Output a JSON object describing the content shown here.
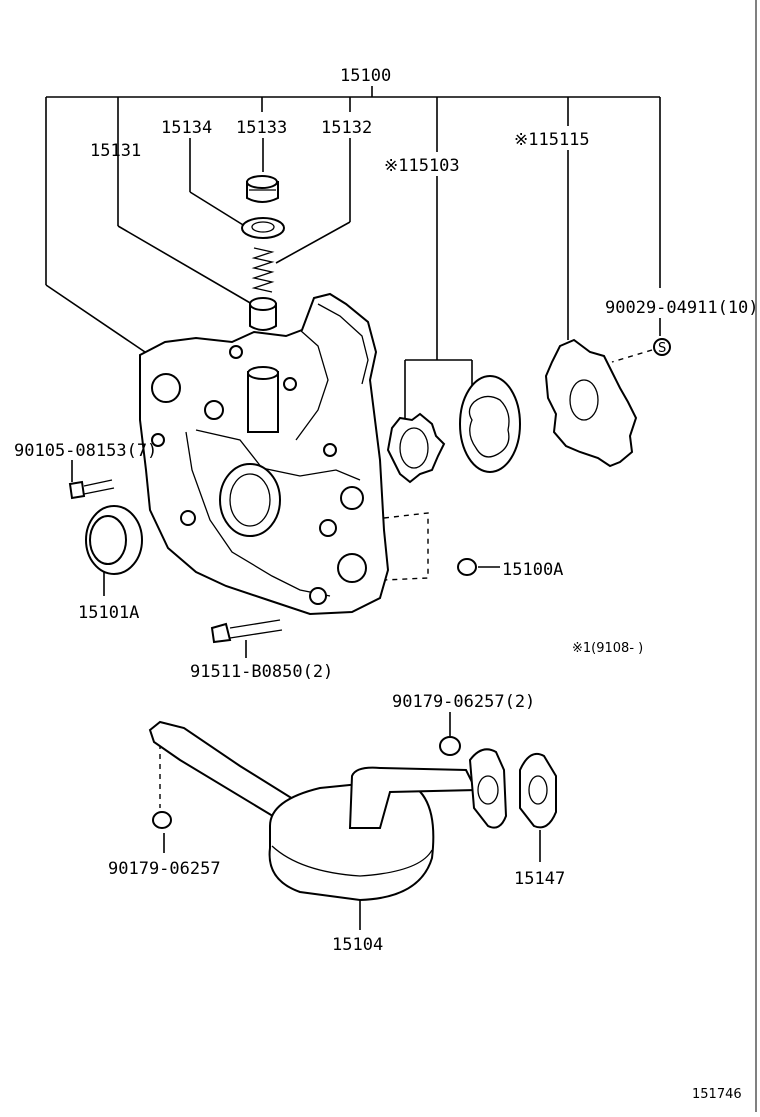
{
  "labels": {
    "assembly": "15100",
    "p15134": "15134",
    "p15133": "15133",
    "p15132": "15132",
    "p15131": "15131",
    "p15103": "※115103",
    "p15115": "※115115",
    "p90029": "90029-04911(10)",
    "p90105": "90105-08153(7)",
    "p15101A": "15101A",
    "p15100A": "15100A",
    "p91511": "91511-B0850(2)",
    "note": "※1(9108-      )",
    "p90179_2": "90179-06257(2)",
    "p90179": "90179-06257",
    "p15147": "15147",
    "p15104": "15104",
    "figure_no": "151746",
    "s_mark": "S"
  }
}
